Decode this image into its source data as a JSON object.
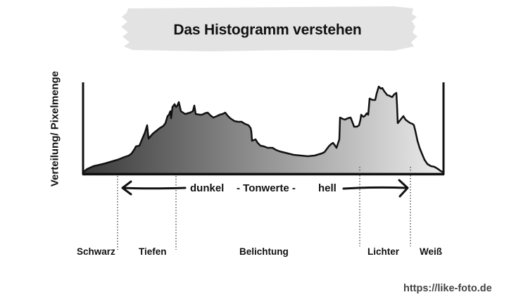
{
  "title": "Das Histogramm verstehen",
  "y_axis_label": "Verteilung/ Pixelmenge",
  "tonal_axis": {
    "dark_label": "dunkel",
    "middle_label": "- Tonwerte -",
    "bright_label": "hell"
  },
  "zones": [
    {
      "label": "Schwarz"
    },
    {
      "label": "Tiefen"
    },
    {
      "label": "Belichtung"
    },
    {
      "label": "Lichter"
    },
    {
      "label": "Weiß"
    }
  ],
  "source_url": "https://like-foto.de",
  "colors": {
    "title_band": "#e3e3e3",
    "histogram_dark": "#3a3a3a",
    "histogram_light": "#ececec",
    "outline": "#111111"
  },
  "chart_data": {
    "type": "area",
    "title": "Das Histogramm verstehen",
    "xlabel": "dunkel - Tonwerte - hell",
    "ylabel": "Verteilung/ Pixelmenge",
    "x_zones": [
      "Schwarz",
      "Tiefen",
      "Belichtung",
      "Lichter",
      "Weiß"
    ],
    "x_range": [
      0,
      255
    ],
    "y_range": [
      0,
      100
    ],
    "grid": false,
    "legend": "none",
    "description": "Bimodal luminance histogram: broad peak in shadows/midtones (~x 65) and taller peak in highlights (~x 210), valley in between.",
    "x": [
      0,
      4,
      9,
      16,
      24,
      29,
      34,
      38,
      40,
      42,
      45,
      46,
      49,
      54,
      58,
      59,
      61,
      62,
      64,
      66,
      68,
      71,
      72,
      77,
      81,
      85,
      89,
      93,
      96,
      102,
      107,
      118,
      119,
      122,
      126,
      131,
      139,
      149,
      159,
      169,
      174,
      177,
      180,
      182,
      183,
      186,
      190,
      192,
      196,
      197,
      200,
      202,
      204,
      205,
      209,
      211,
      216,
      219,
      222,
      223,
      227,
      232,
      233,
      237,
      240,
      244,
      249,
      255
    ],
    "values": [
      3,
      9,
      12,
      15,
      19,
      22,
      26,
      30,
      40,
      38,
      53,
      39,
      44,
      50,
      55,
      63,
      69,
      62,
      73,
      76,
      75,
      78,
      67,
      65,
      68,
      75,
      66,
      68,
      62,
      70,
      68,
      57,
      46,
      37,
      38,
      35,
      28,
      25,
      24,
      26,
      30,
      38,
      33,
      63,
      60,
      62,
      52,
      54,
      64,
      63,
      82,
      80,
      95,
      93,
      85,
      83,
      88,
      55,
      63,
      55,
      53,
      36,
      20,
      14,
      11,
      8,
      5,
      2
    ]
  }
}
